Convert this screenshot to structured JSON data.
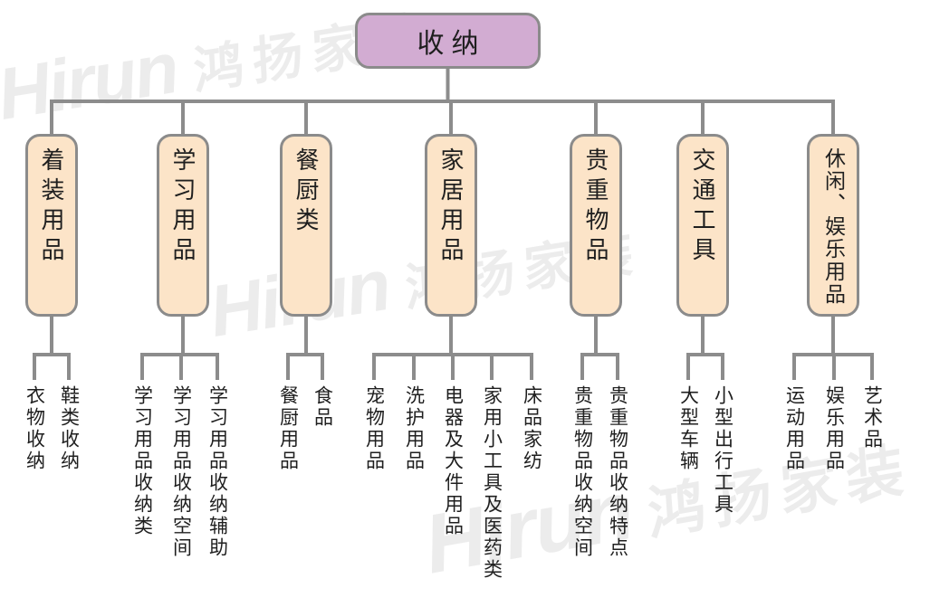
{
  "watermark": {
    "latin": "Hirun",
    "cjk": "鸿扬家装"
  },
  "colors": {
    "root_fill": "#d2acd2",
    "branch_fill": "#fce4c8",
    "border": "#8b8b8b",
    "line": "#8c8c8c",
    "text": "#1f1f1f",
    "watermark": "#ececec"
  },
  "tree": {
    "root": {
      "label": "收纳"
    },
    "branches": [
      {
        "label": "着装用品",
        "children": [
          "衣物收纳",
          "鞋类收纳"
        ]
      },
      {
        "label": "学习用品",
        "children": [
          "学习用品收纳类",
          "学习用品收纳空间",
          "学习用品收纳辅助"
        ]
      },
      {
        "label": "餐厨类",
        "children": [
          "餐厨用品",
          "食品"
        ]
      },
      {
        "label": "家居用品",
        "children": [
          "宠物用品",
          "洗护用品",
          "电器及大件用品",
          "家用小工具及医药类",
          "床品家纺"
        ]
      },
      {
        "label": "贵重物品",
        "children": [
          "贵重物品收纳空间",
          "贵重物品收纳特点"
        ]
      },
      {
        "label": "交通工具",
        "children": [
          "大型车辆",
          "小型出行工具"
        ]
      },
      {
        "label": "休闲、娱乐用品",
        "children": [
          "运动用品",
          "娱乐用品",
          "艺术品"
        ]
      }
    ]
  }
}
